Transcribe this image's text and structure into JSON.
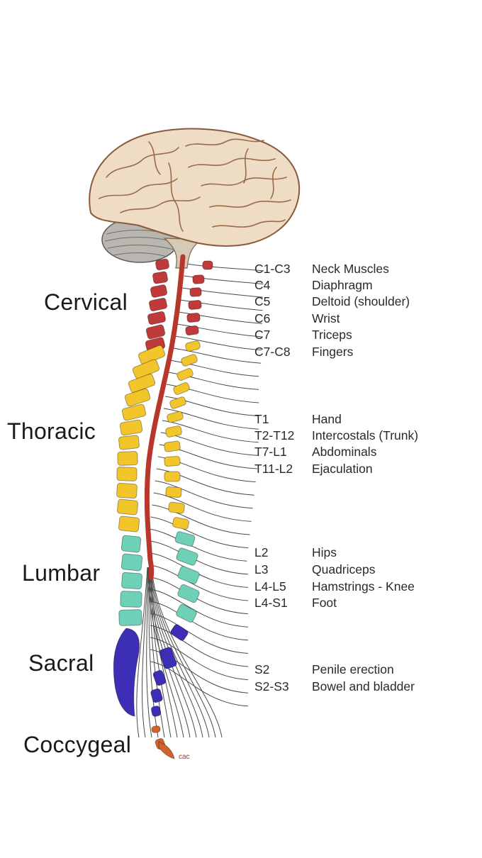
{
  "regions": [
    {
      "key": "cervical",
      "label": "Cervical",
      "color": "#c0393b"
    },
    {
      "key": "thoracic",
      "label": "Thoracic",
      "color": "#f2c52a"
    },
    {
      "key": "lumbar",
      "label": "Lumbar",
      "color": "#6fd0b8"
    },
    {
      "key": "sacral",
      "label": "Sacral",
      "color": "#3d2fb5"
    },
    {
      "key": "coccygeal",
      "label": "Coccygeal",
      "color": "#d2632c"
    }
  ],
  "innervation": {
    "cervical": [
      {
        "segment": "C1-C3",
        "function": "Neck Muscles"
      },
      {
        "segment": "C4",
        "function": "Diaphragm"
      },
      {
        "segment": "C5",
        "function": "Deltoid (shoulder)"
      },
      {
        "segment": "C6",
        "function": "Wrist"
      },
      {
        "segment": "C7",
        "function": "Triceps"
      },
      {
        "segment": "C7-C8",
        "function": "Fingers"
      }
    ],
    "thoracic": [
      {
        "segment": "T1",
        "function": "Hand"
      },
      {
        "segment": "T2-T12",
        "function": "Intercostals (Trunk)"
      },
      {
        "segment": "T7-L1",
        "function": "Abdominals"
      },
      {
        "segment": "T11-L2",
        "function": "Ejaculation"
      }
    ],
    "lumbar": [
      {
        "segment": "L2",
        "function": "Hips"
      },
      {
        "segment": "L3",
        "function": "Quadriceps"
      },
      {
        "segment": "L4-L5",
        "function": "Hamstrings - Knee"
      },
      {
        "segment": "L4-S1",
        "function": "Foot"
      }
    ],
    "sacral": [
      {
        "segment": "S2",
        "function": "Penile erection"
      },
      {
        "segment": "S2-S3",
        "function": "Bowel and bladder"
      }
    ]
  },
  "signature": "cac",
  "colors": {
    "brain": "#efdcc4",
    "brain_outline": "#8a5a3c",
    "cerebellum": "#b9b6b0",
    "spinal_cord": "#b8372c",
    "nerves": "#4a4a4a"
  }
}
